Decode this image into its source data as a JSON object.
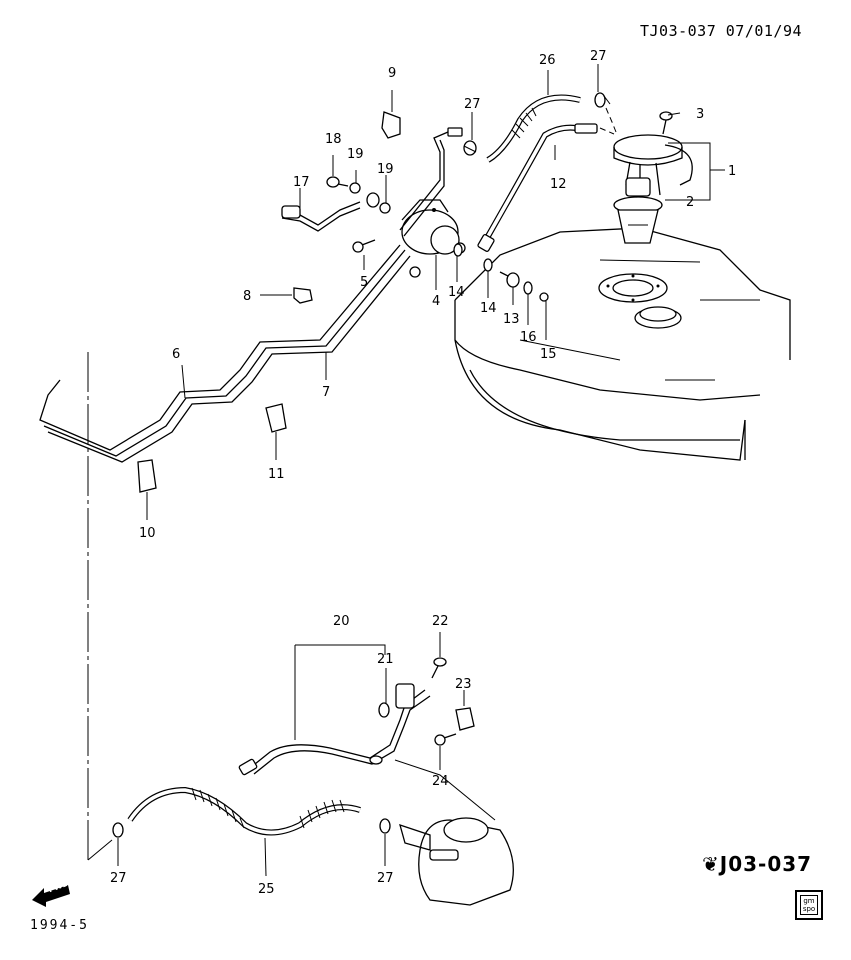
{
  "header": {
    "drawing_id": "TJ03-037 07/01/94"
  },
  "sheet_code": "❦J03-037",
  "footer_code": "1994-5",
  "logo": {
    "line1": "gm",
    "line2": "spo"
  },
  "fwd_label": "FWD",
  "callouts": [
    {
      "id": "c1",
      "text": "1"
    },
    {
      "id": "c2",
      "text": "2"
    },
    {
      "id": "c3",
      "text": "3"
    },
    {
      "id": "c4",
      "text": "4"
    },
    {
      "id": "c5",
      "text": "5"
    },
    {
      "id": "c6",
      "text": "6"
    },
    {
      "id": "c7",
      "text": "7"
    },
    {
      "id": "c8",
      "text": "8"
    },
    {
      "id": "c9",
      "text": "9"
    },
    {
      "id": "c10",
      "text": "10"
    },
    {
      "id": "c11",
      "text": "11"
    },
    {
      "id": "c12",
      "text": "12"
    },
    {
      "id": "c13",
      "text": "13"
    },
    {
      "id": "c14a",
      "text": "14"
    },
    {
      "id": "c14b",
      "text": "14"
    },
    {
      "id": "c15",
      "text": "15"
    },
    {
      "id": "c16",
      "text": "16"
    },
    {
      "id": "c17",
      "text": "17"
    },
    {
      "id": "c18",
      "text": "18"
    },
    {
      "id": "c19a",
      "text": "19"
    },
    {
      "id": "c19b",
      "text": "19"
    },
    {
      "id": "c20",
      "text": "20"
    },
    {
      "id": "c21",
      "text": "21"
    },
    {
      "id": "c22",
      "text": "22"
    },
    {
      "id": "c23",
      "text": "23"
    },
    {
      "id": "c24",
      "text": "24"
    },
    {
      "id": "c25",
      "text": "25"
    },
    {
      "id": "c26",
      "text": "26"
    },
    {
      "id": "c27a",
      "text": "27"
    },
    {
      "id": "c27b",
      "text": "27"
    },
    {
      "id": "c27c",
      "text": "27"
    },
    {
      "id": "c27d",
      "text": "27"
    }
  ]
}
